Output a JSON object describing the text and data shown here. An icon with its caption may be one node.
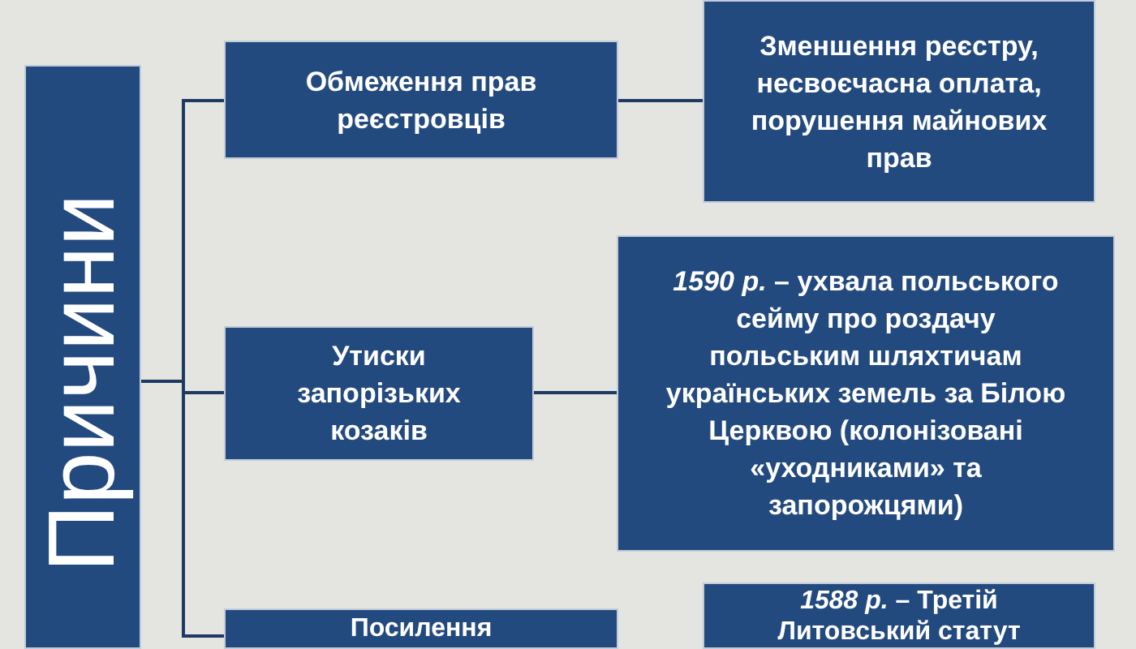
{
  "diagram": {
    "nodes": [
      {
        "text": [
          "Причини"
        ]
      },
      {
        "text": [
          "Обмеження прав реєстровців"
        ]
      },
      {
        "text": [
          "Зменшення реєстру, несвоєчасна оплата, порушення майнових прав"
        ]
      },
      {
        "text": [
          "Утиски запорізьких козаків"
        ]
      },
      {
        "text": [
          "*1590 р.* – ухвала польського сейму про роздачу польським шляхтичам українських земель за Білою Церквою (колонізовані «уходниками» та запорожцями)"
        ]
      },
      {
        "text": [
          "Посилення"
        ]
      },
      {
        "text": [
          "*1588 р.* – Третій Литовський статут"
        ]
      }
    ],
    "edges": [
      {
        "from": 0,
        "to": 1,
        "arrow": "none"
      },
      {
        "from": 0,
        "to": 3,
        "arrow": "none"
      },
      {
        "from": 0,
        "to": 5,
        "arrow": "none"
      },
      {
        "from": 1,
        "to": 2,
        "arrow": "none"
      },
      {
        "from": 3,
        "to": 4,
        "arrow": "none"
      }
    ]
  }
}
